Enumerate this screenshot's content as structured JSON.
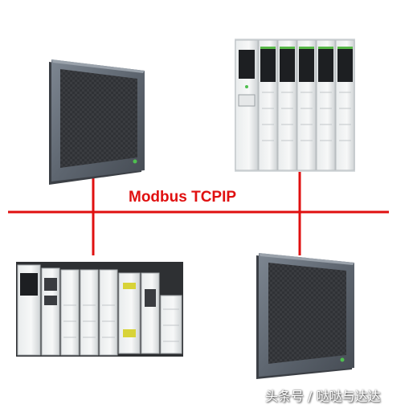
{
  "network": {
    "label": "Modbus TCPIP",
    "line_color": "#e01010"
  },
  "devices": [
    {
      "id": "hmi-top-left",
      "kind": "touch-panel"
    },
    {
      "id": "plc-top-right",
      "kind": "plc-rack"
    },
    {
      "id": "plc-bottom-left",
      "kind": "plc-rack"
    },
    {
      "id": "hmi-bottom-right",
      "kind": "touch-panel"
    }
  ],
  "watermark": {
    "text": "头条号 / 哒哒与达达"
  }
}
